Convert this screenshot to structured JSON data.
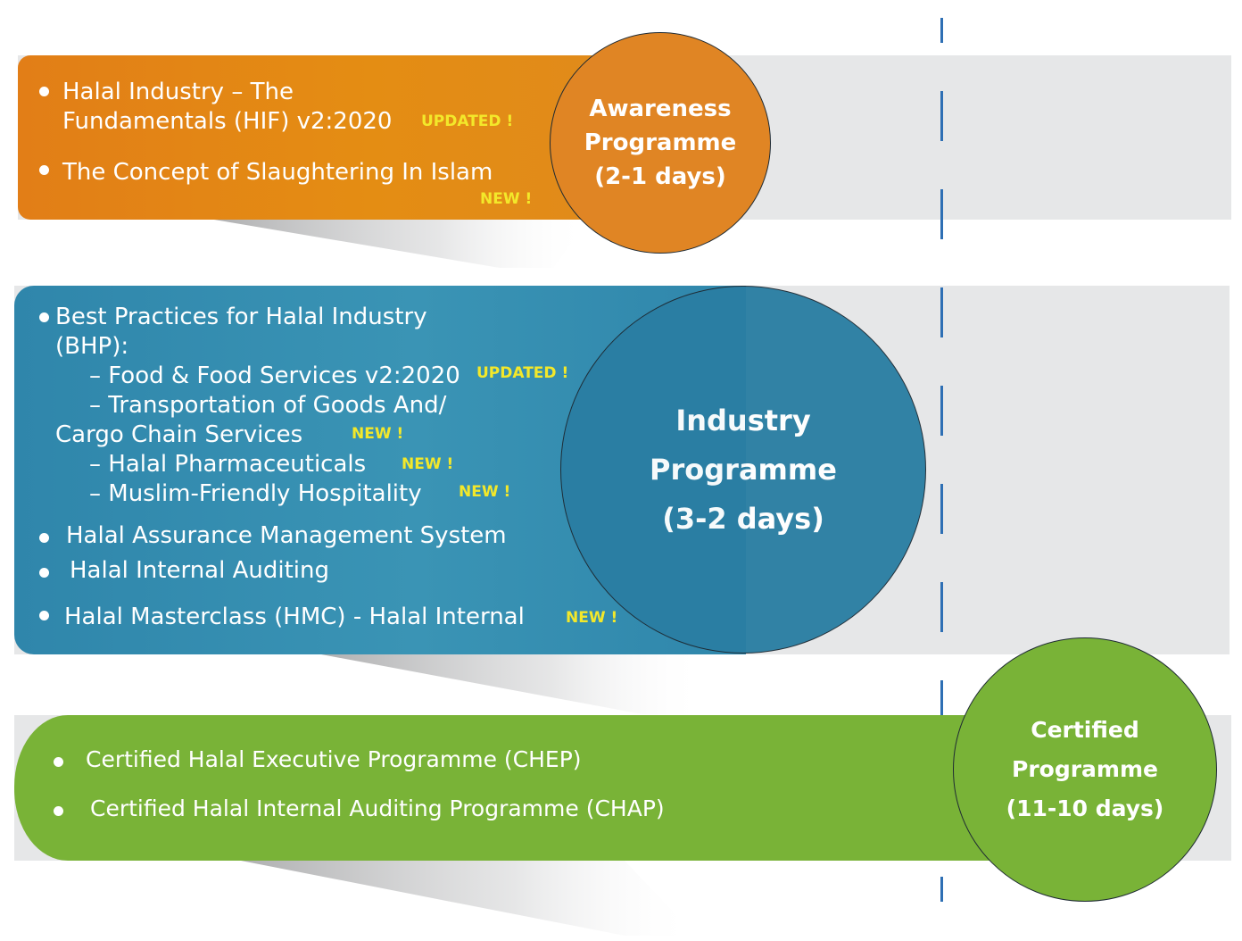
{
  "awareness": {
    "circle_lines": [
      "Awareness",
      "Programme",
      "(2-1 days)"
    ],
    "items": [
      {
        "line1": "Halal Industry – The",
        "line2": "Fundamentals (HIF) v2:2020",
        "badge": "UPDATED !"
      },
      {
        "line1": "The Concept of Slaughtering In Islam",
        "badge": "NEW !"
      }
    ],
    "color": "#e48d13"
  },
  "industry": {
    "circle_lines": [
      "Industry",
      "Programme",
      "(3-2 days)"
    ],
    "bhp": {
      "line1": "Best Practices for Halal Industry",
      "line2": "(BHP):",
      "sub1": "– Food & Food Services v2:2020",
      "sub1_badge": "UPDATED !",
      "sub2a": "– Transportation of Goods And/",
      "sub2b": "Cargo Chain Services",
      "sub2_badge": "NEW !",
      "sub3": "– Halal Pharmaceuticals",
      "sub3_badge": "NEW !",
      "sub4": "– Muslim-Friendly Hospitality",
      "sub4_badge": "NEW !"
    },
    "items": [
      {
        "text": "Halal Assurance Management System"
      },
      {
        "text": "Halal Internal Auditing"
      },
      {
        "text": "Halal Masterclass (HMC) - Halal Internal",
        "badge": "NEW !"
      }
    ],
    "color": "#2f86ab"
  },
  "certified": {
    "circle_lines": [
      "Certified",
      "Programme",
      "(11-10 days)"
    ],
    "items": [
      {
        "text": "Certified Halal Executive Programme (CHEP)"
      },
      {
        "text": "Certified Halal Internal Auditing Programme (CHAP)"
      }
    ],
    "color": "#79b337"
  }
}
